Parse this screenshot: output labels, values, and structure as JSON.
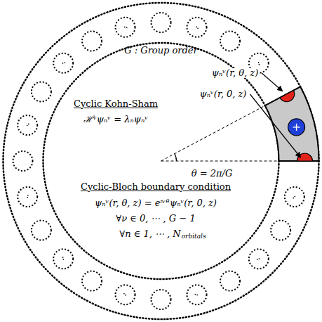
{
  "diagram": {
    "labels": [
      "G : Group order",
      "Cyclic Kohn-Sham",
      "ℋᵛψₙᵛ = λₙψₙᵛ",
      "Cyclic-Bloch boundary condition",
      "ψₙᵛ(r, θ, z) = eⁱᵛᶿψₙᵛ(r, 0, z)",
      "∀ν ∈ 0, ⋯ , G − 1",
      "∀n ∈ 1, ⋯ , N",
      "orbitals",
      "θ = 2π/G",
      "ψₙᵛ(r, θ, z)",
      "ψₙᵛ(r, 0, z)"
    ]
  }
}
